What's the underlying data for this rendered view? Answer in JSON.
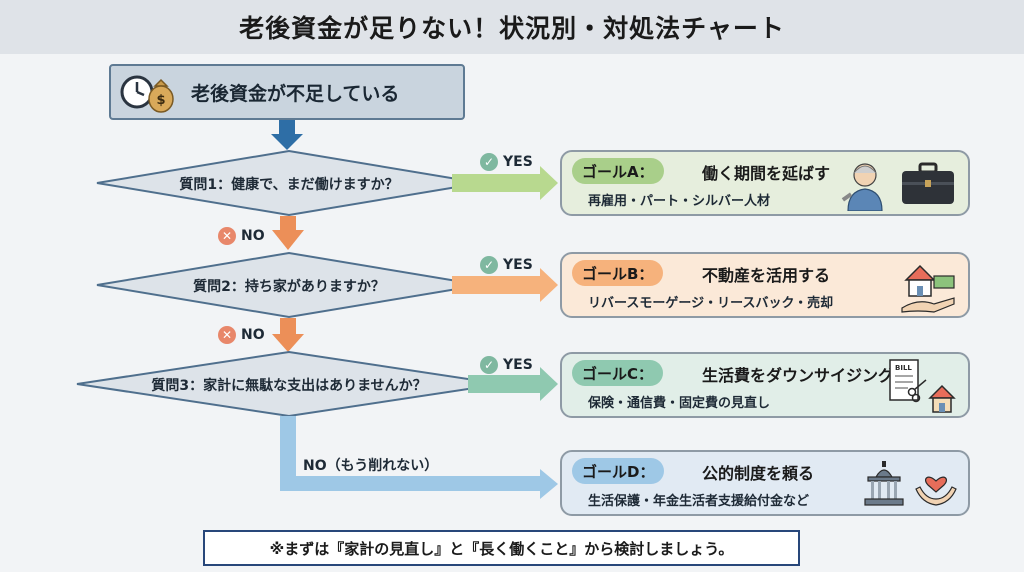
{
  "title": "老後資金が足りない！状況別・対処法チャート",
  "start": {
    "label": "老後資金が不足している",
    "icons": [
      "clock-icon",
      "money-bag-icon"
    ]
  },
  "questions": [
    {
      "text": "質問1：健康で、まだ働けますか？"
    },
    {
      "text": "質問2：持ち家がありますか？"
    },
    {
      "text": "質問3：家計に無駄な支出はありませんか？"
    }
  ],
  "answers": {
    "yes": "YES",
    "no": "NO",
    "no_final": "NO（もう削れない）"
  },
  "goals": [
    {
      "tag": "ゴールA：",
      "heading": "働く期間を延ばす",
      "sub": "再雇用・パート・シルバー人材",
      "icons": [
        "senior-worker-icon",
        "briefcase-icon"
      ],
      "color": "#a9cf8a"
    },
    {
      "tag": "ゴールB：",
      "heading": "不動産を活用する",
      "sub": "リバースモーゲージ・リースバック・売却",
      "icons": [
        "house-money-icon"
      ],
      "color": "#f6b27c"
    },
    {
      "tag": "ゴールC：",
      "heading": "生活費をダウンサイジング",
      "sub": "保険・通信費・固定費の見直し",
      "icons": [
        "bill-scissors-icon",
        "house-icon"
      ],
      "color": "#8fc9b0"
    },
    {
      "tag": "ゴールD：",
      "heading": "公的制度を頼る",
      "sub": "生活保護・年金生活者支援給付金など",
      "icons": [
        "government-building-icon",
        "caring-hands-icon"
      ],
      "color": "#9ec8e6"
    }
  ],
  "footer": "※まずは『家計の見直し』と『長く働くこと』から検討しましょう。",
  "colors": {
    "down_arrow_first": "#2e6ea6",
    "down_arrow": "#ec8f58",
    "yes_a": "#b8d98f",
    "yes_b": "#f6b27c",
    "yes_c": "#8fc9b0",
    "no_path": "#9ec8e6"
  },
  "bill_text": "BILL"
}
